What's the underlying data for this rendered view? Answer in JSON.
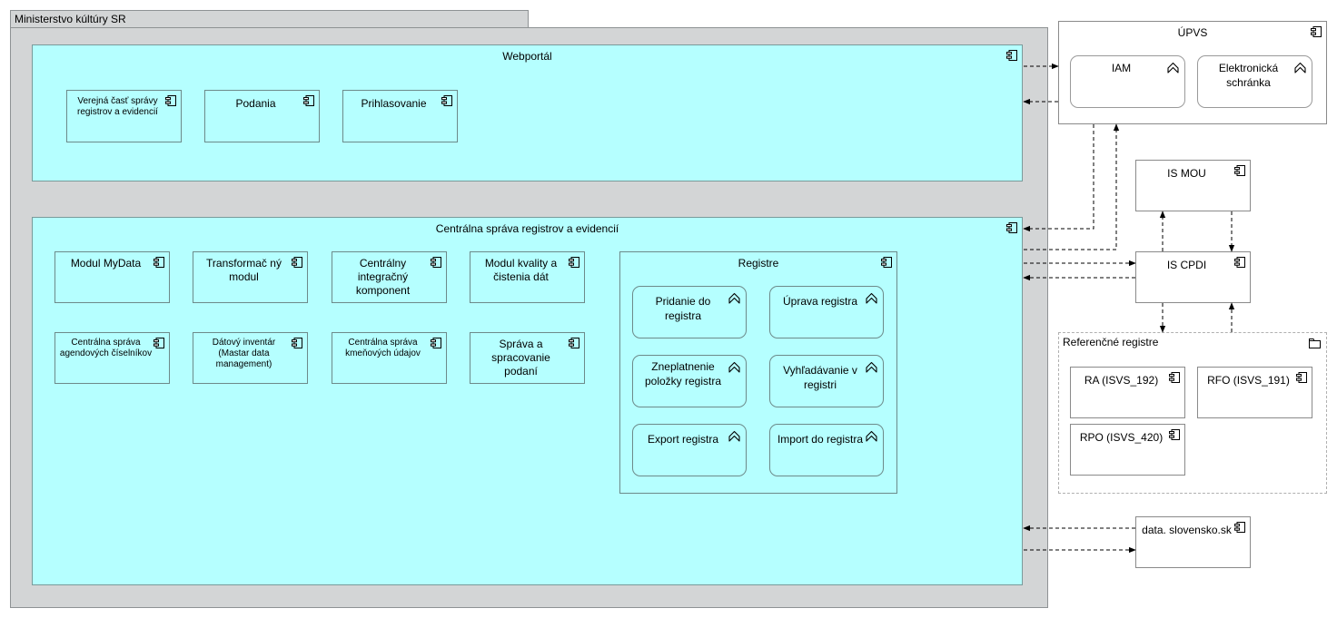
{
  "ministry": {
    "title": "Ministerstvo kúltúry SR"
  },
  "webportal": {
    "title": "Webportál",
    "components": [
      {
        "label": "Verejná časť správy registrov a evidencií"
      },
      {
        "label": "Podania"
      },
      {
        "label": "Prihlasovanie"
      }
    ]
  },
  "csre": {
    "title": "Centrálna správa registrov a evidencií",
    "row1": [
      {
        "label": "Modul MyData"
      },
      {
        "label": "Transformač ný modul"
      },
      {
        "label": "Centrálny integračný komponent"
      },
      {
        "label": "Modul kvality a čistenia dát"
      }
    ],
    "row2": [
      {
        "label": "Centrálna správa agendových číselníkov"
      },
      {
        "label": "Dátový inventár (Mastar data management)"
      },
      {
        "label": "Centrálna správa kmeňových údajov"
      },
      {
        "label": "Správa a spracovanie podaní"
      }
    ],
    "registre": {
      "title": "Registre",
      "services": [
        {
          "label": "Pridanie do registra"
        },
        {
          "label": "Úprava registra"
        },
        {
          "label": "Zneplatnenie položky registra"
        },
        {
          "label": "Vyhľadávanie v registri"
        },
        {
          "label": "Export registra"
        },
        {
          "label": "Import do registra"
        }
      ]
    }
  },
  "upvs": {
    "title": "ÚPVS",
    "services": [
      {
        "label": "IAM"
      },
      {
        "label": "Elektronická schránka"
      }
    ]
  },
  "is_mou": {
    "label": "IS MOU"
  },
  "is_cpdi": {
    "label": "IS CPDI"
  },
  "referencne": {
    "title": "Referenčné registre",
    "items": [
      {
        "label": "RA (ISVS_192)"
      },
      {
        "label": "RFO (ISVS_191)"
      },
      {
        "label": "RPO (ISVS_420)"
      }
    ]
  },
  "data_sk": {
    "label": "data. slovensko.sk"
  }
}
